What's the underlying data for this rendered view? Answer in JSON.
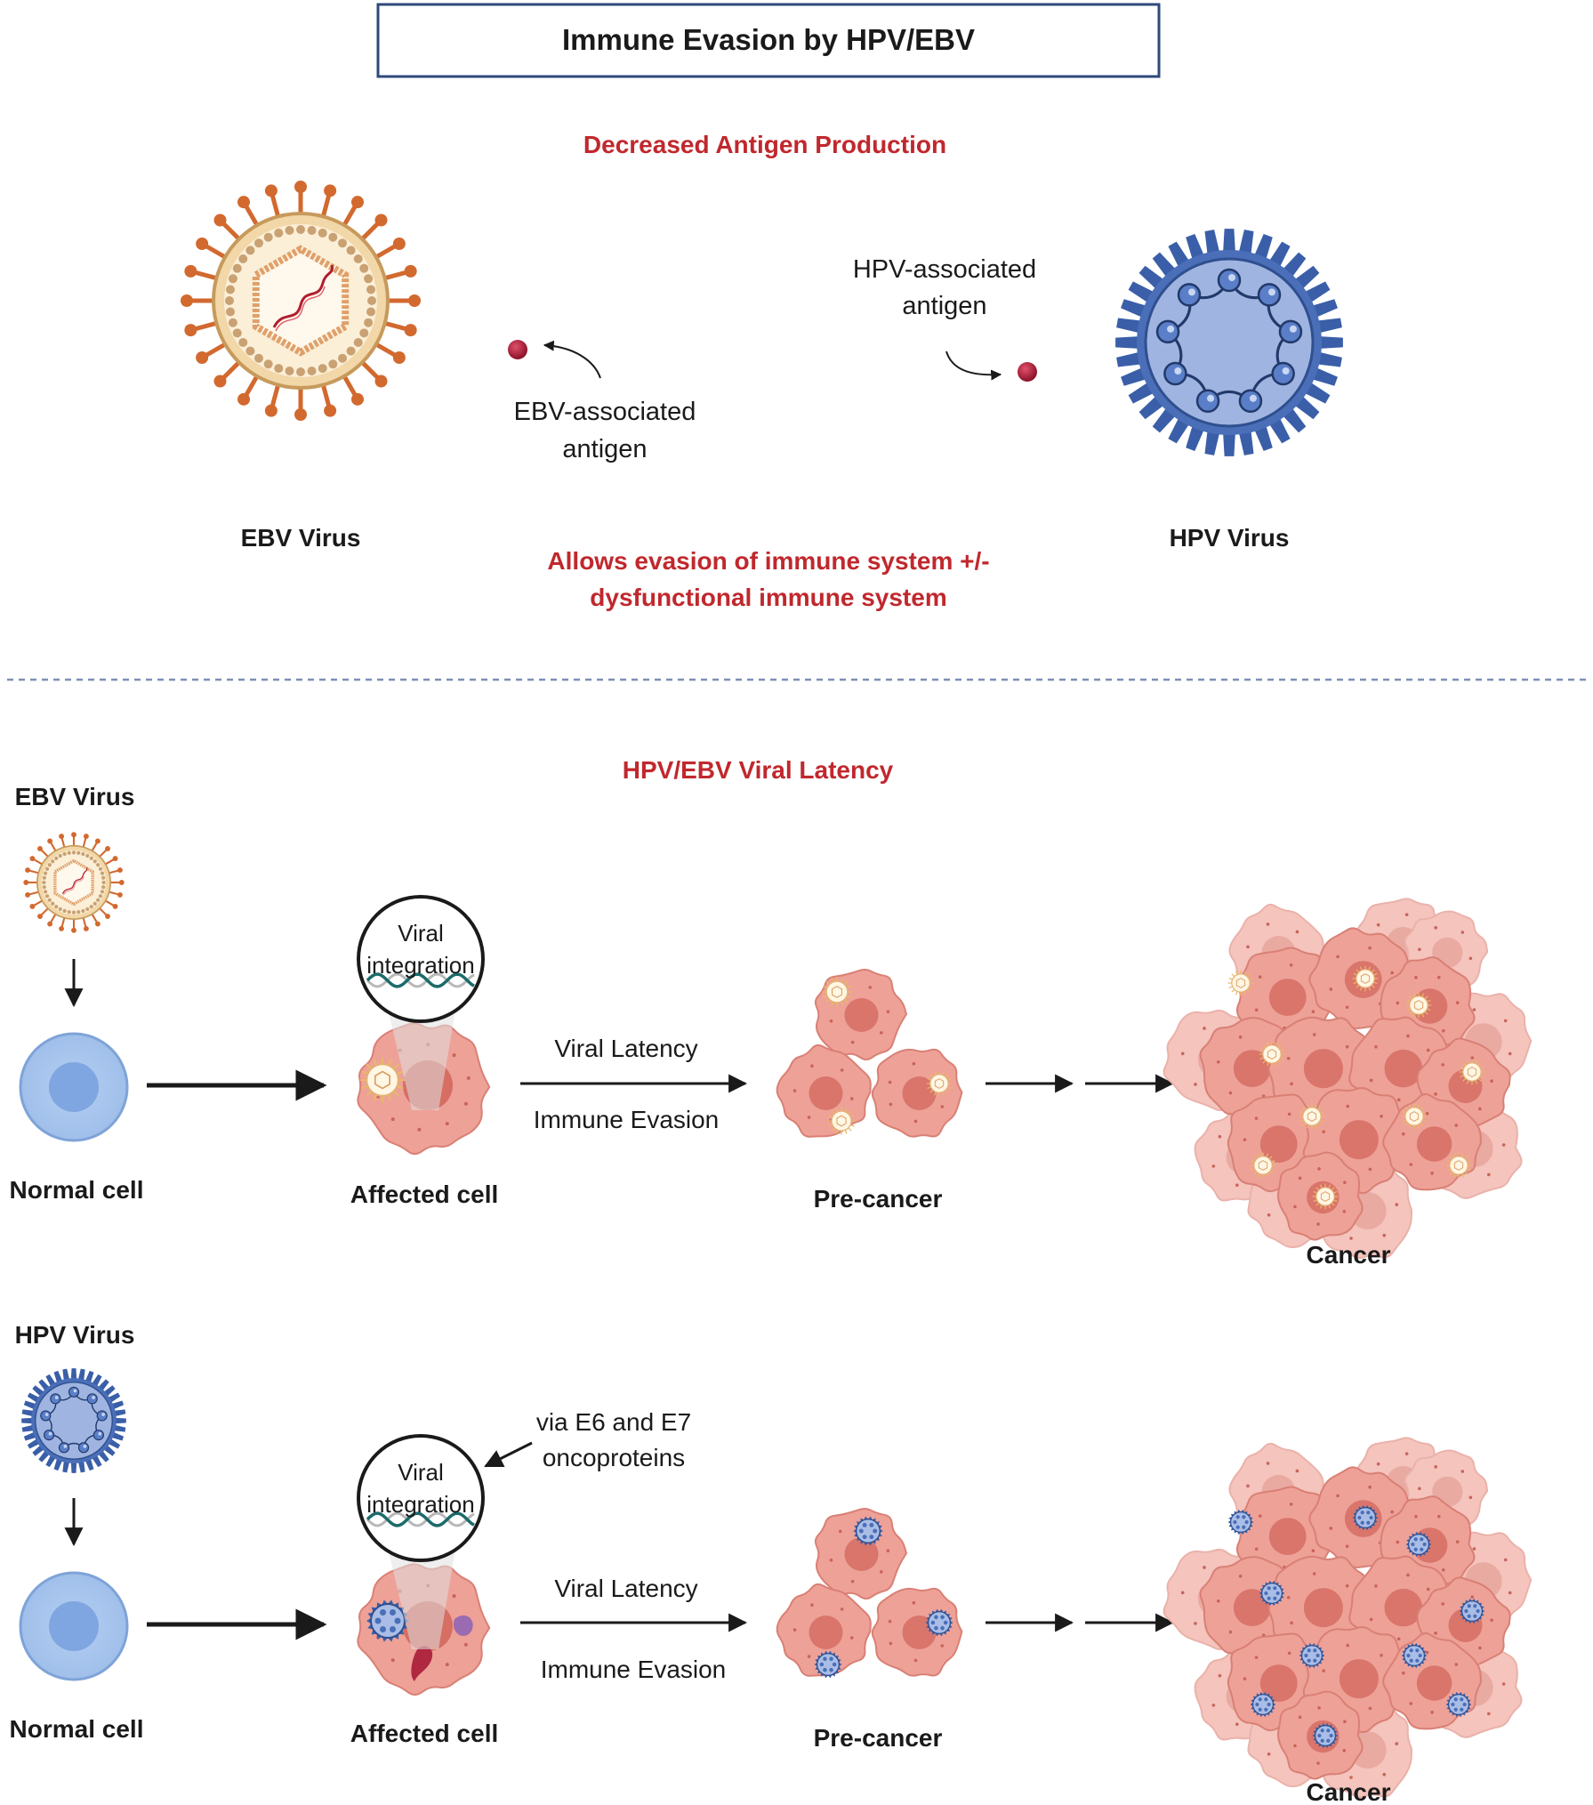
{
  "title": "Immune Evasion by HPV/EBV",
  "top": {
    "heading": "Decreased Antigen Production",
    "ebv_label": "EBV Virus",
    "hpv_label": "HPV Virus",
    "ebv_antigen": [
      "EBV-associated",
      "antigen"
    ],
    "hpv_antigen": [
      "HPV-associated",
      "antigen"
    ],
    "evasion_text": [
      "Allows evasion of immune system +/-",
      "dysfunctional immune system"
    ]
  },
  "latency": {
    "heading": "HPV/EBV Viral Latency",
    "ebv_row": {
      "virus_label": "EBV Virus",
      "normal_label": "Normal cell",
      "affected_label": "Affected cell",
      "integration": [
        "Viral",
        "integration"
      ],
      "latency_label": "Viral Latency",
      "evasion_label": "Immune Evasion",
      "precancer_label": "Pre-cancer",
      "cancer_label": "Cancer"
    },
    "hpv_row": {
      "virus_label": "HPV Virus",
      "normal_label": "Normal cell",
      "affected_label": "Affected cell",
      "integration": [
        "Viral",
        "integration"
      ],
      "oncoproteins": [
        "via E6 and E7",
        "oncoproteins"
      ],
      "latency_label": "Viral Latency",
      "evasion_label": "Immune Evasion",
      "precancer_label": "Pre-cancer",
      "cancer_label": "Cancer"
    }
  },
  "colors": {
    "title_border": "#2e4a7a",
    "accent_red": "#c0282d",
    "ebv_orange": "#d2692f",
    "hpv_blue": "#3a5fa8",
    "cell_blue": "#a8c6ef",
    "cancer_pink": "#e8968c",
    "divider": "#7e8fb5"
  }
}
